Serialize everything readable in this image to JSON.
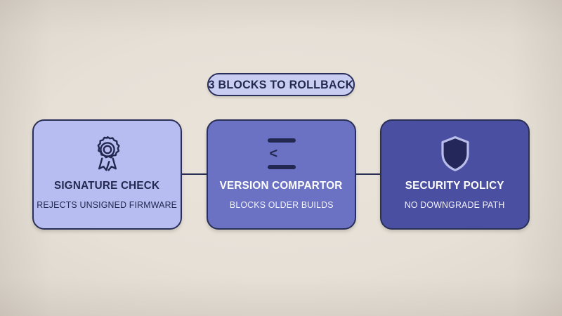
{
  "badge": {
    "label": "3 BLOCKS TO ROLLBACK",
    "fill": "#c9cdf2",
    "border": "#2a2f5c",
    "text_color": "#22284f"
  },
  "canvas": {
    "background": "#e5dfd6"
  },
  "connectors": [
    {
      "name": "connector-card1-card2"
    },
    {
      "name": "connector-card2-card3"
    }
  ],
  "cards": [
    {
      "icon": "award-rosette-icon",
      "title": "SIGNATURE CHECK",
      "subtitle": "REJECTS UNSIGNED FIRMWARE",
      "fill": "#b7bdf0",
      "border": "#2a2f58",
      "text_color": "#22284f"
    },
    {
      "icon": "less-than-or-equal-icon",
      "title": "VERSION COMPARTOR",
      "subtitle": "BLOCKS OLDER BUILDS",
      "fill": "#6b72c4",
      "border": "#2a2f58",
      "text_color": "#ffffff"
    },
    {
      "icon": "shield-icon",
      "title": "SECURITY POLICY",
      "subtitle": "NO DOWNGRADE PATH",
      "fill": "#4b4fa1",
      "border": "#2a2f58",
      "text_color": "#ffffff"
    }
  ]
}
